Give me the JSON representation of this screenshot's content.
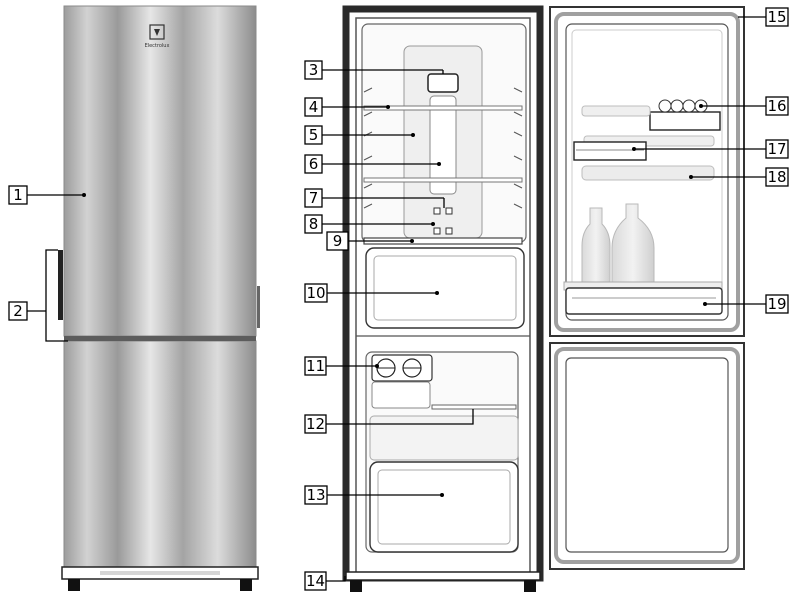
{
  "brand": "Electrolux",
  "callouts": {
    "c1": "1",
    "c2": "2",
    "c3": "3",
    "c4": "4",
    "c5": "5",
    "c6": "6",
    "c7": "7",
    "c8": "8",
    "c9": "9",
    "c10": "10",
    "c11": "11",
    "c12": "12",
    "c13": "13",
    "c14": "14",
    "c15": "15",
    "c16": "16",
    "c17": "17",
    "c18": "18",
    "c19": "19"
  },
  "colors": {
    "steel_light": "#e4e4e4",
    "steel_mid": "#b8b8b8",
    "steel_dark": "#8f8f8f",
    "frame": "#3a3a3a",
    "gasket": "#a8a8a8",
    "line": "#000000"
  }
}
